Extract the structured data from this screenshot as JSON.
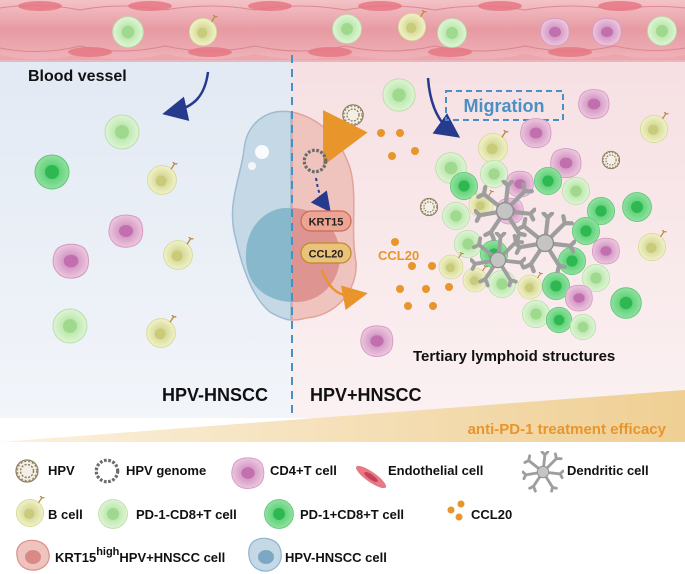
{
  "diagram": {
    "labels": {
      "blood_vessel": "Blood vessel",
      "migration": "Migration",
      "krt15": "KRT15",
      "ccl20_box": "CCL20",
      "ccl20_text": "CCL20",
      "tls": "Tertiary lymphoid structures",
      "hpv_neg": "HPV-HNSCC",
      "hpv_pos": "HPV+HNSCC",
      "efficacy": "anti-PD-1 treatment efficacy"
    },
    "colors": {
      "vessel": "#e9a2aa",
      "left_panel": "#e9eef6",
      "right_panel": "#f8e8ea",
      "cd8_neg": "#d4efc6",
      "cd8_pos": "#7fd98d",
      "cd4": "#e6b1d3",
      "b_cell": "#e9ecb3",
      "ccl20": "#e8952c",
      "navy": "#263a8e",
      "migration": "#4a90c4",
      "tumor_pos": "#f0c4be",
      "tumor_neg": "#bfd6e6",
      "dendritic": "#a9a9a9",
      "efficacy_bar": "#f4d9a8"
    }
  },
  "legend": {
    "hpv": "HPV",
    "hpv_genome": "HPV genome",
    "cd4": "CD4+T cell",
    "endothelial": "Endothelial cell",
    "dendritic": "Dendritic cell",
    "b_cell": "B cell",
    "pd1_neg": "PD-1-CD8+T cell",
    "pd1_pos": "PD-1+CD8+T cell",
    "ccl20": "CCL20",
    "krt15_base": "KRT15",
    "krt15_sup": "high",
    "krt15_rest": "HPV+HNSCC cell",
    "hpv_neg_cell": "HPV-HNSCC cell"
  }
}
